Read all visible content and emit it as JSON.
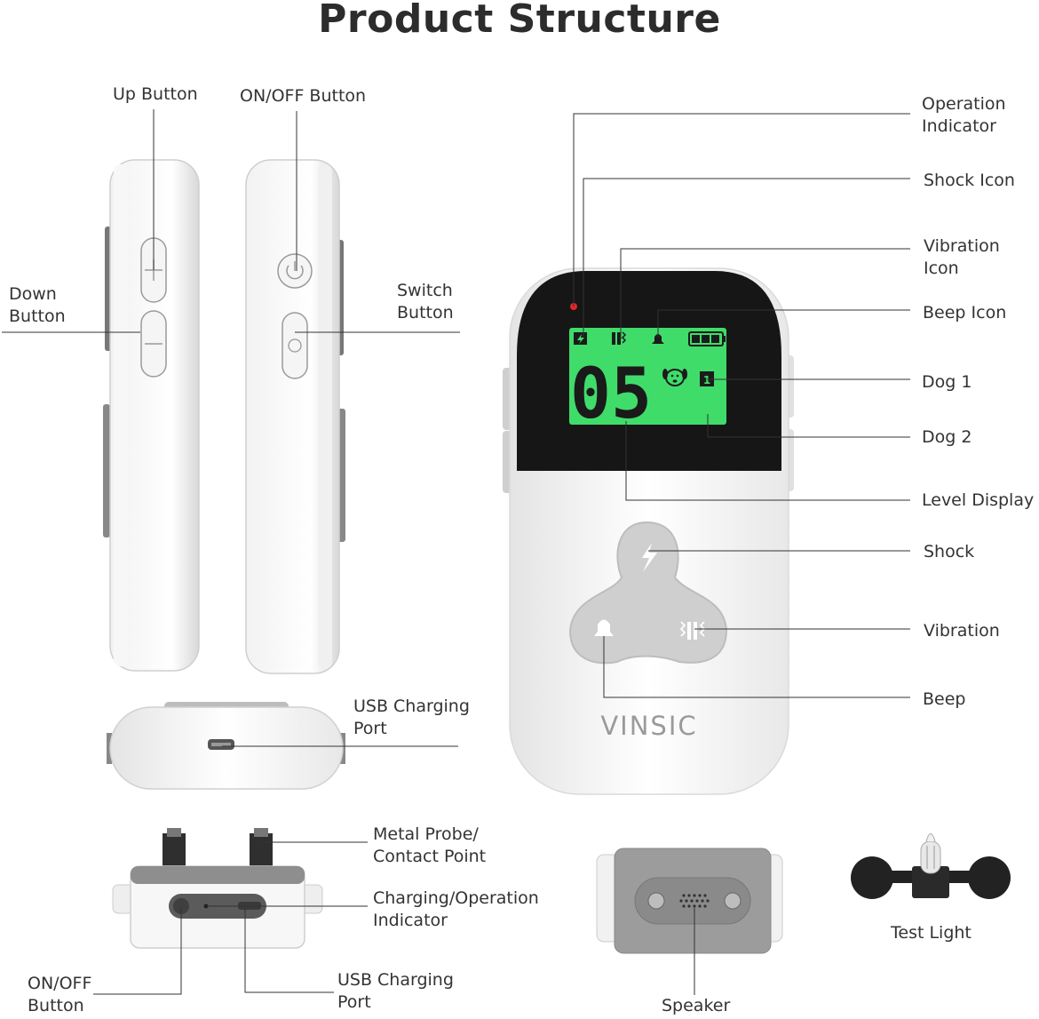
{
  "title": "Product Structure",
  "brand": "VINSIC",
  "lcd": {
    "level": "05",
    "dog_number": "1",
    "backlight_color": "#3fdc6a"
  },
  "labels": {
    "up_button": "Up Button",
    "onoff_button_top": "ON/OFF Button",
    "down_button": "Down\nButton",
    "switch_button": "Switch\nButton",
    "usb_port_remote": "USB Charging\nPort",
    "operation_indicator": "Operation\nIndicator",
    "shock_icon": "Shock Icon",
    "vibration_icon": "Vibration Icon",
    "beep_icon": "Beep Icon",
    "dog1": "Dog 1",
    "dog2": "Dog 2",
    "level_display": "Level Display",
    "shock": "Shock",
    "vibration": "Vibration",
    "beep": "Beep",
    "metal_probe": "Metal Probe/\nContact Point",
    "charging_indicator": "Charging/Operation\nIndicator",
    "onoff_button_bottom": "ON/OFF\nButton",
    "usb_port_collar": "USB Charging\nPort",
    "speaker": "Speaker",
    "test_light": "Test Light"
  }
}
